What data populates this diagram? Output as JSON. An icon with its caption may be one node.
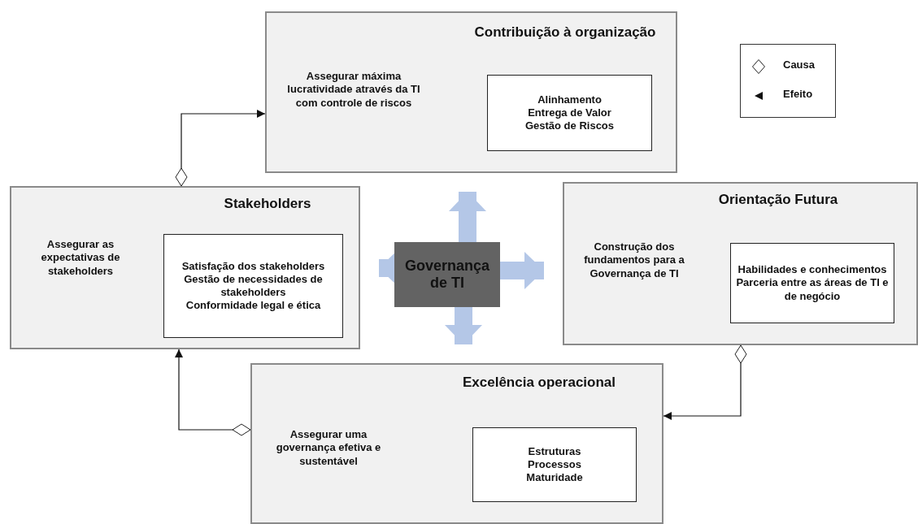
{
  "diagram": {
    "nodes": [
      {
        "text": [
          "Contribuição à organização",
          "Assegurar máxima lucratividade através da TI com controle de riscos"
        ]
      },
      {
        "text": [
          "Alinhamento",
          "Entrega de Valor",
          "Gestão de Riscos"
        ],
        "in": 0
      },
      {
        "text": [
          "Stakeholders",
          "Assegurar as expectativas de stakeholders"
        ]
      },
      {
        "text": [
          "Satisfação dos stakeholders",
          "Gestão de necessidades de stakeholders",
          "Conformidade legal e ética"
        ],
        "in": 2
      },
      {
        "text": [
          "Governança de TI"
        ]
      },
      {
        "text": [
          "Orientação Futura",
          "Construção dos fundamentos para a Governança de TI"
        ]
      },
      {
        "text": [
          "Habilidades e conhecimentos",
          "Parceria entre as áreas de TI e de negócio"
        ],
        "in": 5
      },
      {
        "text": [
          "Excelência operacional",
          "Assegurar uma governança efetiva e sustentável"
        ]
      },
      {
        "text": [
          "Estruturas",
          "Processos",
          "Maturidade"
        ],
        "in": 7
      }
    ],
    "edges": [
      {
        "from": 2,
        "to": 0,
        "arrow": "to",
        "color": "#111111"
      },
      {
        "from": 7,
        "to": 2,
        "arrow": "to",
        "color": "#111111"
      },
      {
        "from": 5,
        "to": 7,
        "arrow": "to",
        "color": "#111111"
      },
      {
        "from": 4,
        "to": 0,
        "arrow": "to"
      },
      {
        "from": 4,
        "to": 2,
        "arrow": "to"
      },
      {
        "from": 4,
        "to": 5,
        "arrow": "to"
      },
      {
        "from": 4,
        "to": 7,
        "arrow": "to"
      }
    ],
    "legend": [
      {
        "text": "Causa"
      },
      {
        "text": "Efeito"
      }
    ]
  }
}
